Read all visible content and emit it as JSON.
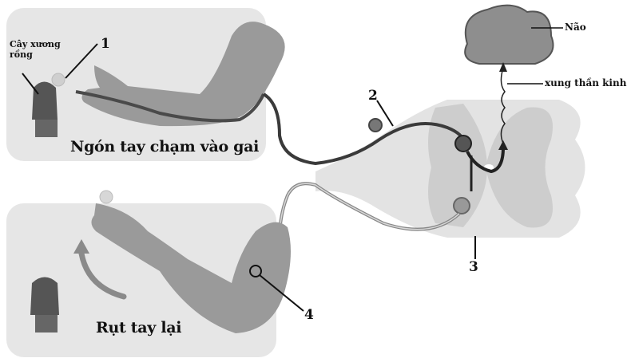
{
  "diagram": {
    "type": "reflex-arc",
    "panels": {
      "top": {
        "caption": "Ngón tay chạm vào gai"
      },
      "bottom": {
        "caption": "Rụt tay lại"
      }
    },
    "labels": {
      "cactus": "Cây xương rồng",
      "cactus_line1": "Cây xương",
      "cactus_line2": "rồng",
      "brain": "Não",
      "nerve_impulse": "xung thần kinh"
    },
    "numbered_markers": [
      {
        "id": "1",
        "label": "1",
        "points_to": "receptor in fingertip"
      },
      {
        "id": "2",
        "label": "2",
        "points_to": "sensory neuron"
      },
      {
        "id": "3",
        "label": "3",
        "points_to": "spinal cord"
      },
      {
        "id": "4",
        "label": "4",
        "points_to": "effector muscle in arm"
      }
    ],
    "colors": {
      "panel_bg": "#e6e6e6",
      "skin": "#9a9a9a",
      "sensory_nerve": "#3a3a3a",
      "motor_nerve": "#bdbdbd",
      "spinal_outer": "#dcdcdc",
      "spinal_grey": "#c4c4c4",
      "brain": "#8e8e8e"
    }
  }
}
